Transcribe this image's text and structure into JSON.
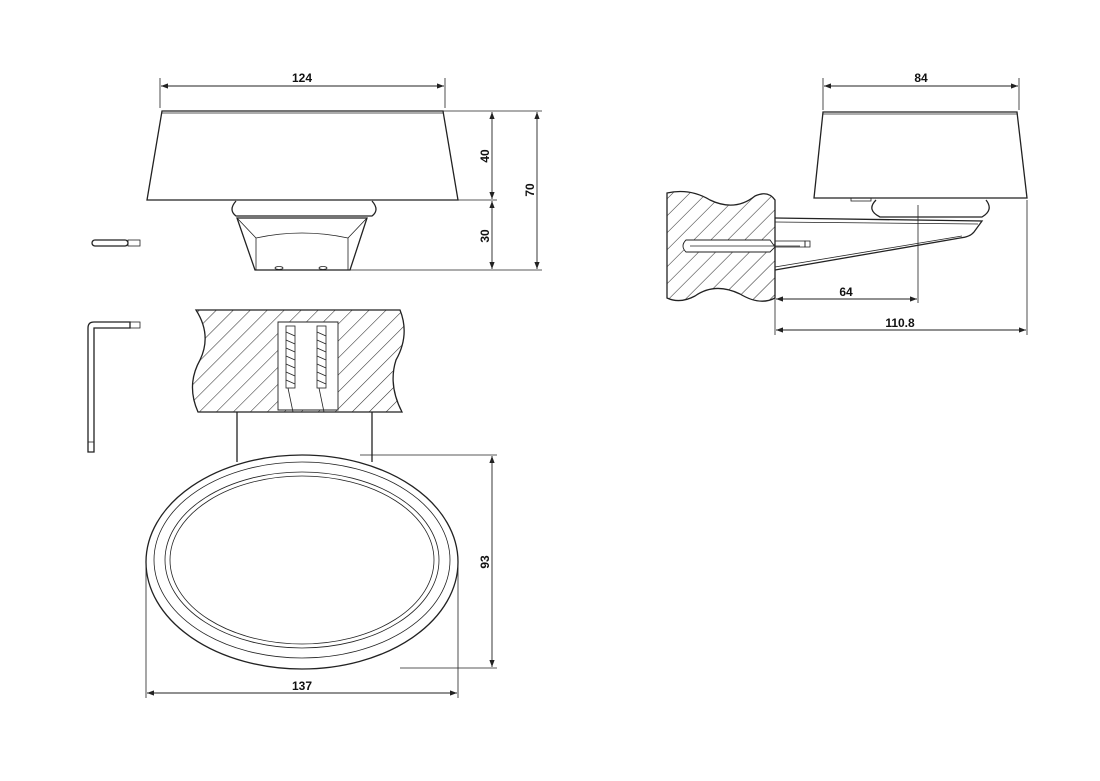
{
  "drawing": {
    "dimensions": {
      "top_width": "124",
      "shade_height": "40",
      "base_height": "30",
      "total_height": "70",
      "plan_depth": "93",
      "plan_width": "137",
      "side_width": "84",
      "center_projection": "64",
      "total_projection": "110.8"
    }
  }
}
